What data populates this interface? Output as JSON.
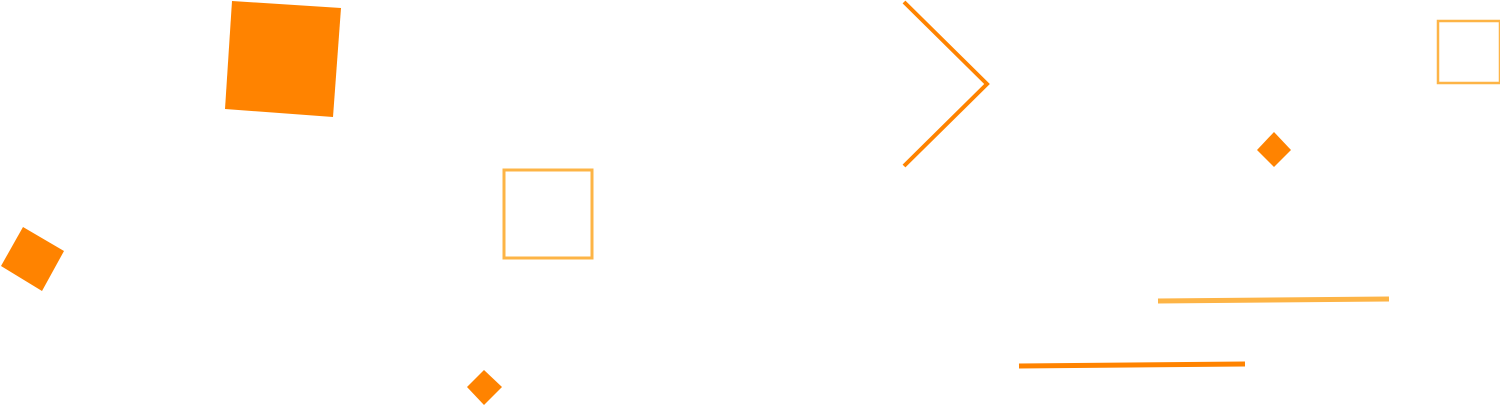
{
  "colors": {
    "background": "#ffffff",
    "primary_orange": "#ff8300",
    "light_orange": "#fdb446"
  },
  "decorations": [
    {
      "name": "large-orange-square",
      "icon": "filled-square",
      "color": "primary_orange"
    },
    {
      "name": "left-orange-diamond",
      "icon": "filled-square",
      "color": "primary_orange"
    },
    {
      "name": "bottom-small-diamond",
      "icon": "filled-square",
      "color": "primary_orange"
    },
    {
      "name": "center-outline-square",
      "icon": "outline-square",
      "color": "light_orange"
    },
    {
      "name": "chevron-right-shape",
      "icon": "chevron-right",
      "color": "primary_orange"
    },
    {
      "name": "right-small-diamond",
      "icon": "filled-square",
      "color": "primary_orange"
    },
    {
      "name": "top-right-outline-square",
      "icon": "outline-square",
      "color": "light_orange"
    },
    {
      "name": "upper-light-line",
      "icon": "line",
      "color": "light_orange"
    },
    {
      "name": "lower-orange-line",
      "icon": "line",
      "color": "primary_orange"
    }
  ]
}
